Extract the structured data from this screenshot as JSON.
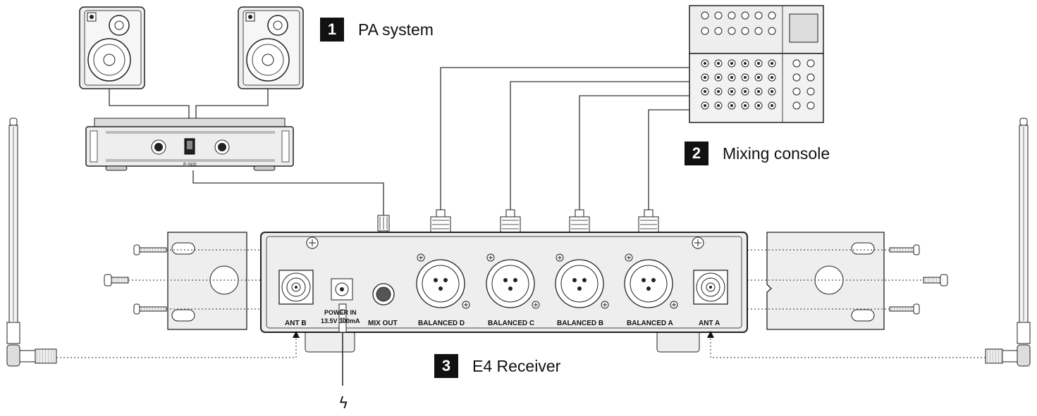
{
  "callouts": {
    "pa": {
      "number": "1",
      "label": "PA system"
    },
    "mixer": {
      "number": "2",
      "label": "Mixing console"
    },
    "receiver": {
      "number": "3",
      "label": "E4 Receiver"
    }
  },
  "panel": {
    "ant_b": "ANT B",
    "power_in_line1": "POWER IN",
    "power_in_line2": "13.5V 300mA",
    "mix_out": "MIX OUT",
    "balanced_d": "BALANCED D",
    "balanced_c": "BALANCED C",
    "balanced_b": "BALANCED B",
    "balanced_a": "BALANCED A",
    "ant_a": "ANT A"
  },
  "amplifier": {
    "model": "E-500"
  },
  "power_symbol": "ϟ"
}
